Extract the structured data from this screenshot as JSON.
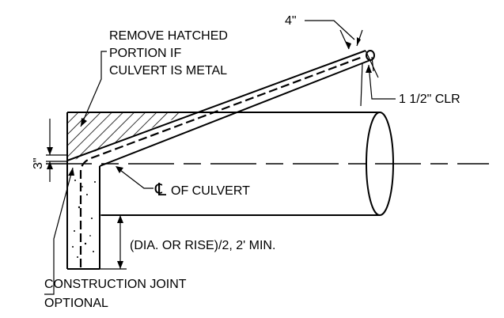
{
  "labels": {
    "remove_hatched": [
      "REMOVE HATCHED",
      "PORTION IF",
      "CULVERT IS METAL"
    ],
    "dim_4in": "4\"",
    "clear_cover": "1 1/2\" CLR",
    "dim_3in": "3\"",
    "centerline_symbol": "℄",
    "centerline_text": "OF CULVERT",
    "depth_note": "(DIA. OR RISE)/2, 2' MIN.",
    "construction_joint": [
      "CONSTRUCTION JOINT",
      "OPTIONAL"
    ]
  }
}
